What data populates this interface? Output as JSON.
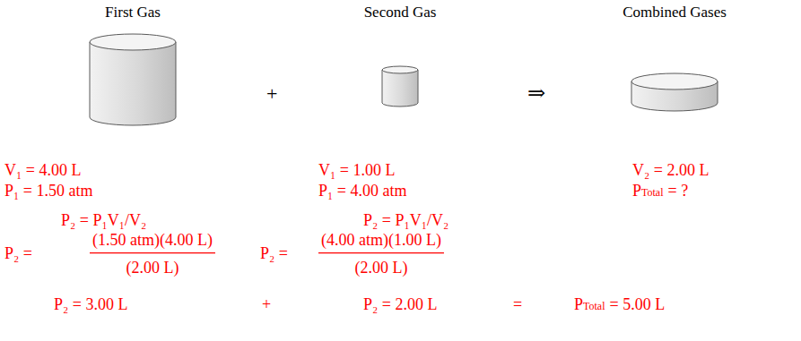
{
  "diagram": {
    "nodes": [
      {
        "text": [
          "First Gas"
        ]
      },
      {
        "text": [
          "Second Gas"
        ]
      },
      {
        "text": [
          "Combined Gases"
        ]
      }
    ],
    "labels": [
      "+",
      "⇒",
      "V₁ = 4.00 L",
      "V₁ = 1.00 L",
      "V₂ = 2.00 L",
      "P₁ = 1.50 atm",
      "P₁ = 4.00 atm",
      "P",
      "Total",
      "= ?",
      "P₂ = P₁V₁/V₂",
      "P₂ = P₁V₁/V₂",
      "P₂ =",
      "(1.50 atm)(4.00 L)",
      "(2.00 L)",
      "P₂ =",
      "(4.00 atm)(1.00 L)",
      "(2.00 L)",
      "P₂ = 3.00 L",
      "+",
      "P₂ = 2.00 L",
      "=",
      "P",
      "Total",
      "= 5.00 L"
    ]
  }
}
